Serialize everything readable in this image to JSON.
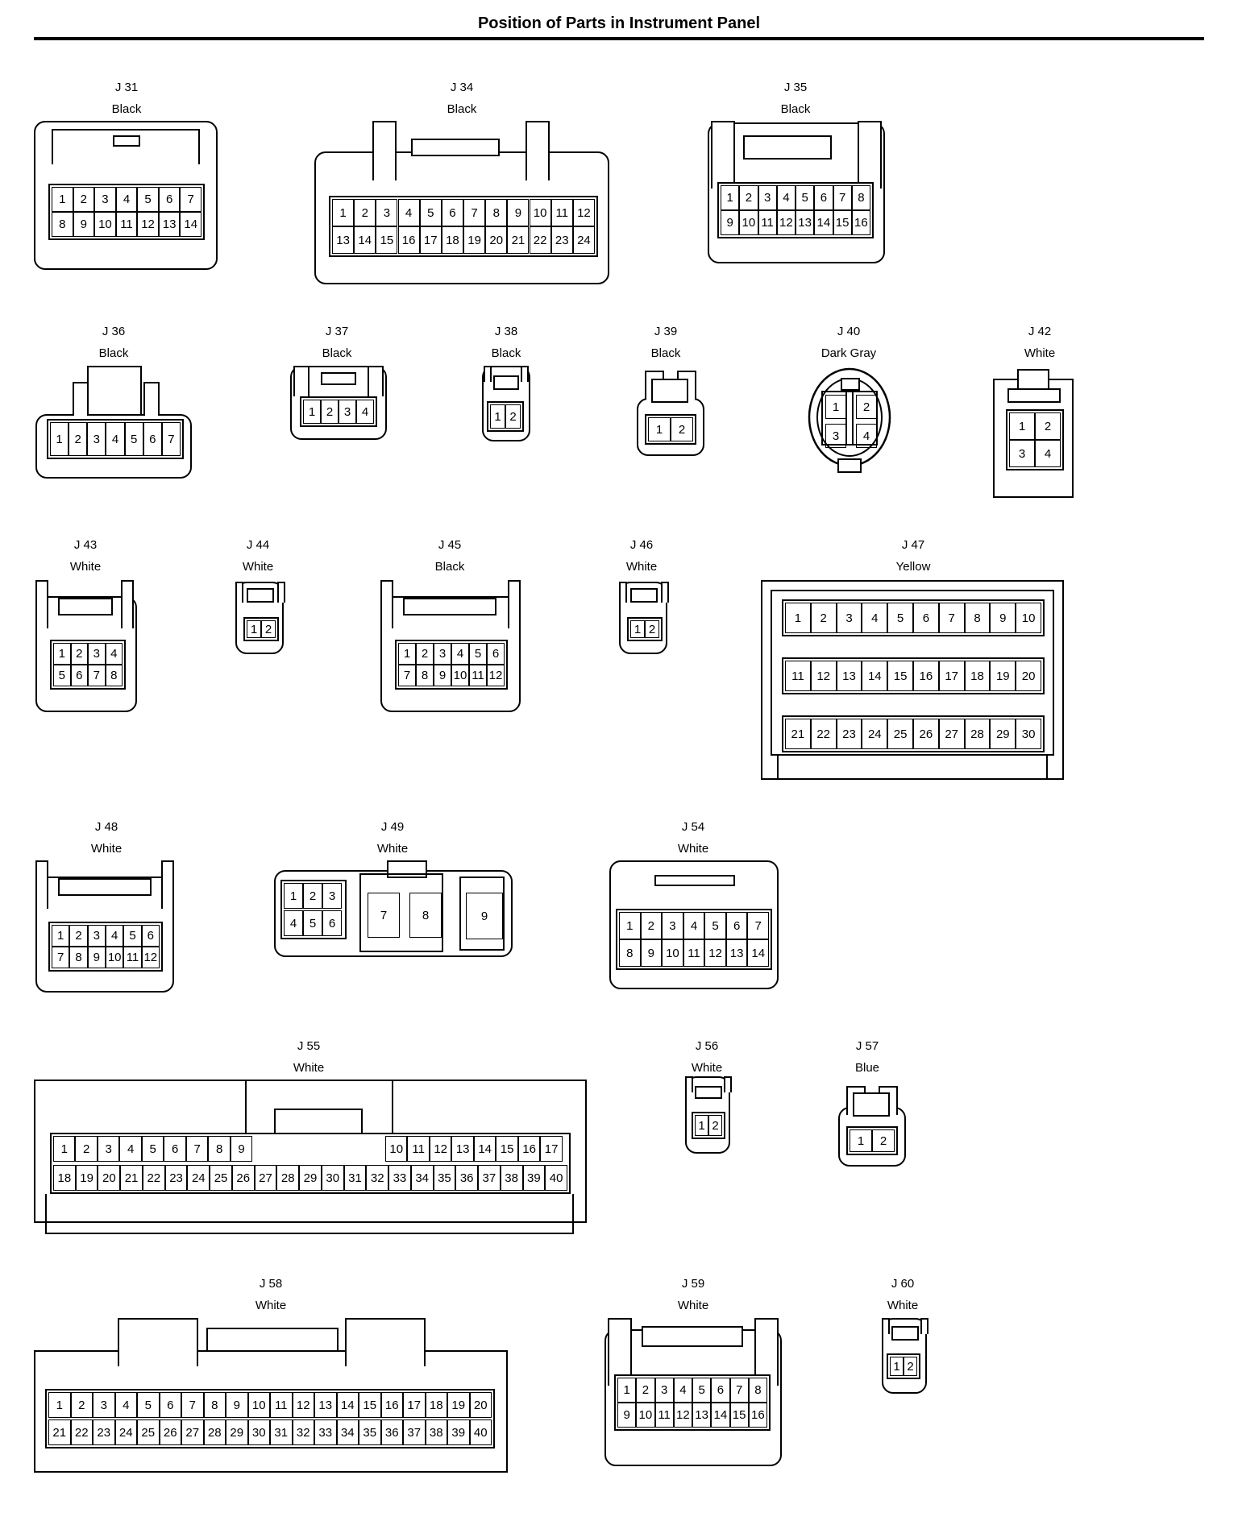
{
  "title": "Position of Parts in Instrument Panel",
  "connectors": [
    {
      "id": "J31",
      "code": "J 31",
      "color": "Black"
    },
    {
      "id": "J34",
      "code": "J 34",
      "color": "Black"
    },
    {
      "id": "J35",
      "code": "J 35",
      "color": "Black"
    },
    {
      "id": "J36",
      "code": "J 36",
      "color": "Black"
    },
    {
      "id": "J37",
      "code": "J 37",
      "color": "Black"
    },
    {
      "id": "J38",
      "code": "J 38",
      "color": "Black"
    },
    {
      "id": "J39",
      "code": "J 39",
      "color": "Black"
    },
    {
      "id": "J40",
      "code": "J 40",
      "color": "Dark Gray"
    },
    {
      "id": "J42",
      "code": "J 42",
      "color": "White"
    },
    {
      "id": "J43",
      "code": "J 43",
      "color": "White"
    },
    {
      "id": "J44",
      "code": "J 44",
      "color": "White"
    },
    {
      "id": "J45",
      "code": "J 45",
      "color": "Black"
    },
    {
      "id": "J46",
      "code": "J 46",
      "color": "White"
    },
    {
      "id": "J47",
      "code": "J 47",
      "color": "Yellow"
    },
    {
      "id": "J48",
      "code": "J 48",
      "color": "White"
    },
    {
      "id": "J49",
      "code": "J 49",
      "color": "White"
    },
    {
      "id": "J54",
      "code": "J 54",
      "color": "White"
    },
    {
      "id": "J55",
      "code": "J 55",
      "color": "White"
    },
    {
      "id": "J56",
      "code": "J 56",
      "color": "White"
    },
    {
      "id": "J57",
      "code": "J 57",
      "color": "Blue"
    },
    {
      "id": "J58",
      "code": "J 58",
      "color": "White"
    },
    {
      "id": "J59",
      "code": "J 59",
      "color": "White"
    },
    {
      "id": "J60",
      "code": "J 60",
      "color": "White"
    }
  ],
  "pins": {
    "J31": [
      "1",
      "2",
      "3",
      "4",
      "5",
      "6",
      "7",
      "8",
      "9",
      "10",
      "11",
      "12",
      "13",
      "14"
    ],
    "J34": [
      "1",
      "2",
      "3",
      "4",
      "5",
      "6",
      "7",
      "8",
      "9",
      "10",
      "11",
      "12",
      "13",
      "14",
      "15",
      "16",
      "17",
      "18",
      "19",
      "20",
      "21",
      "22",
      "23",
      "24"
    ],
    "J35": [
      "1",
      "2",
      "3",
      "4",
      "5",
      "6",
      "7",
      "8",
      "9",
      "10",
      "11",
      "12",
      "13",
      "14",
      "15",
      "16"
    ],
    "J36": [
      "1",
      "2",
      "3",
      "4",
      "5",
      "6",
      "7"
    ],
    "J37": [
      "1",
      "2",
      "3",
      "4"
    ],
    "J38": [
      "1",
      "2"
    ],
    "J39": [
      "1",
      "2"
    ],
    "J40": [
      "1",
      "2",
      "3",
      "4"
    ],
    "J42": [
      "1",
      "2",
      "3",
      "4"
    ],
    "J43": [
      "1",
      "2",
      "3",
      "4",
      "5",
      "6",
      "7",
      "8"
    ],
    "J44": [
      "1",
      "2"
    ],
    "J45": [
      "1",
      "2",
      "3",
      "4",
      "5",
      "6",
      "7",
      "8",
      "9",
      "10",
      "11",
      "12"
    ],
    "J46": [
      "1",
      "2"
    ],
    "J47": [
      "1",
      "2",
      "3",
      "4",
      "5",
      "6",
      "7",
      "8",
      "9",
      "10",
      "11",
      "12",
      "13",
      "14",
      "15",
      "16",
      "17",
      "18",
      "19",
      "20",
      "21",
      "22",
      "23",
      "24",
      "25",
      "26",
      "27",
      "28",
      "29",
      "30"
    ],
    "J48": [
      "1",
      "2",
      "3",
      "4",
      "5",
      "6",
      "7",
      "8",
      "9",
      "10",
      "11",
      "12"
    ],
    "J49": [
      "1",
      "2",
      "3",
      "4",
      "5",
      "6",
      "7",
      "8",
      "9"
    ],
    "J54": [
      "1",
      "2",
      "3",
      "4",
      "5",
      "6",
      "7",
      "8",
      "9",
      "10",
      "11",
      "12",
      "13",
      "14"
    ],
    "J55": [
      "1",
      "2",
      "3",
      "4",
      "5",
      "6",
      "7",
      "8",
      "9",
      "10",
      "11",
      "12",
      "13",
      "14",
      "15",
      "16",
      "17",
      "18",
      "19",
      "20",
      "21",
      "22",
      "23",
      "24",
      "25",
      "26",
      "27",
      "28",
      "29",
      "30",
      "31",
      "32",
      "33",
      "34",
      "35",
      "36",
      "37",
      "38",
      "39",
      "40"
    ],
    "J56": [
      "1",
      "2"
    ],
    "J57": [
      "1",
      "2"
    ],
    "J58": [
      "1",
      "2",
      "3",
      "4",
      "5",
      "6",
      "7",
      "8",
      "9",
      "10",
      "11",
      "12",
      "13",
      "14",
      "15",
      "16",
      "17",
      "18",
      "19",
      "20",
      "21",
      "22",
      "23",
      "24",
      "25",
      "26",
      "27",
      "28",
      "29",
      "30",
      "31",
      "32",
      "33",
      "34",
      "35",
      "36",
      "37",
      "38",
      "39",
      "40"
    ],
    "J59": [
      "1",
      "2",
      "3",
      "4",
      "5",
      "6",
      "7",
      "8",
      "9",
      "10",
      "11",
      "12",
      "13",
      "14",
      "15",
      "16"
    ],
    "J60": [
      "1",
      "2"
    ]
  }
}
